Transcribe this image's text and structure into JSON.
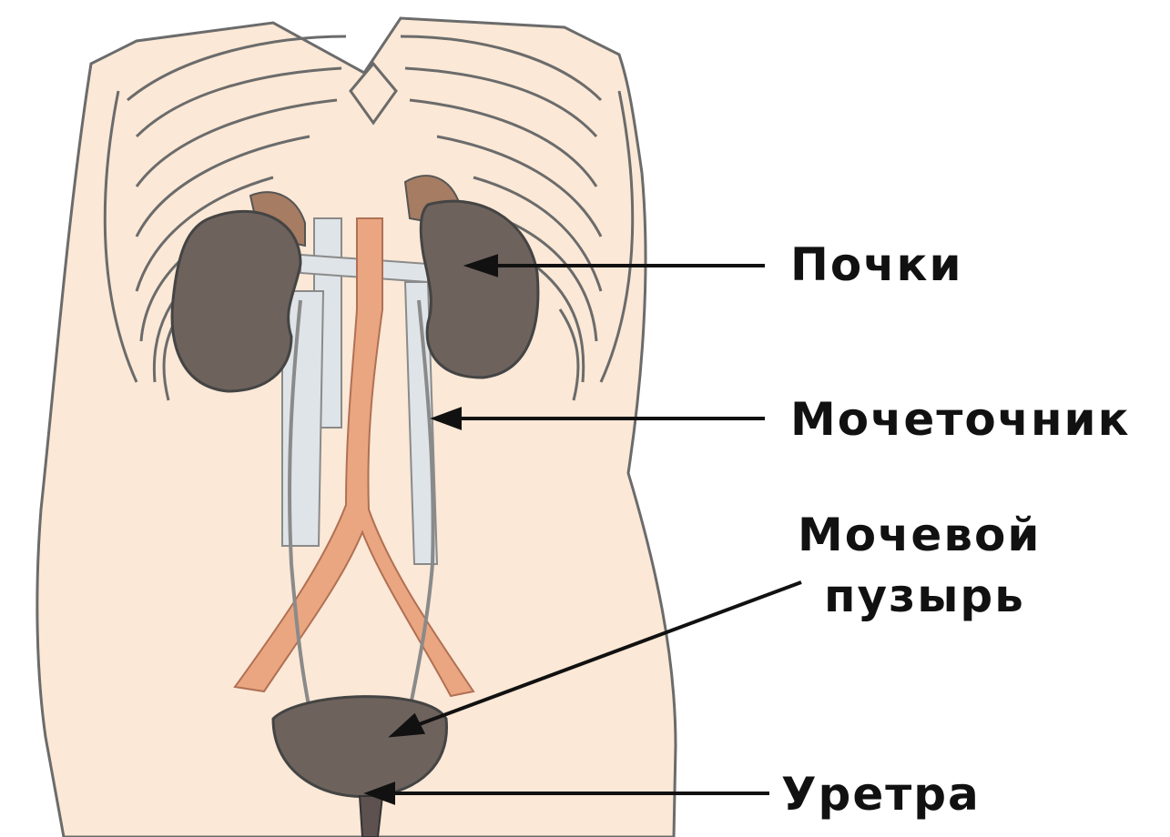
{
  "labels": {
    "kidneys": "Почки",
    "ureter": "Мочеточник",
    "bladder_line1": "Мочевой",
    "bladder_line2": "пузырь",
    "urethra": "Уретра"
  },
  "colors": {
    "background": "#ffffff",
    "skin": "#fbe8d6",
    "outline": "#6b6b6b",
    "kidney": "#6e625d",
    "kidney_cap": "#a67c62",
    "aorta": "#e9a680",
    "vessel_light": "#dfe4e8",
    "bladder": "#6e625d",
    "text": "#111111"
  }
}
